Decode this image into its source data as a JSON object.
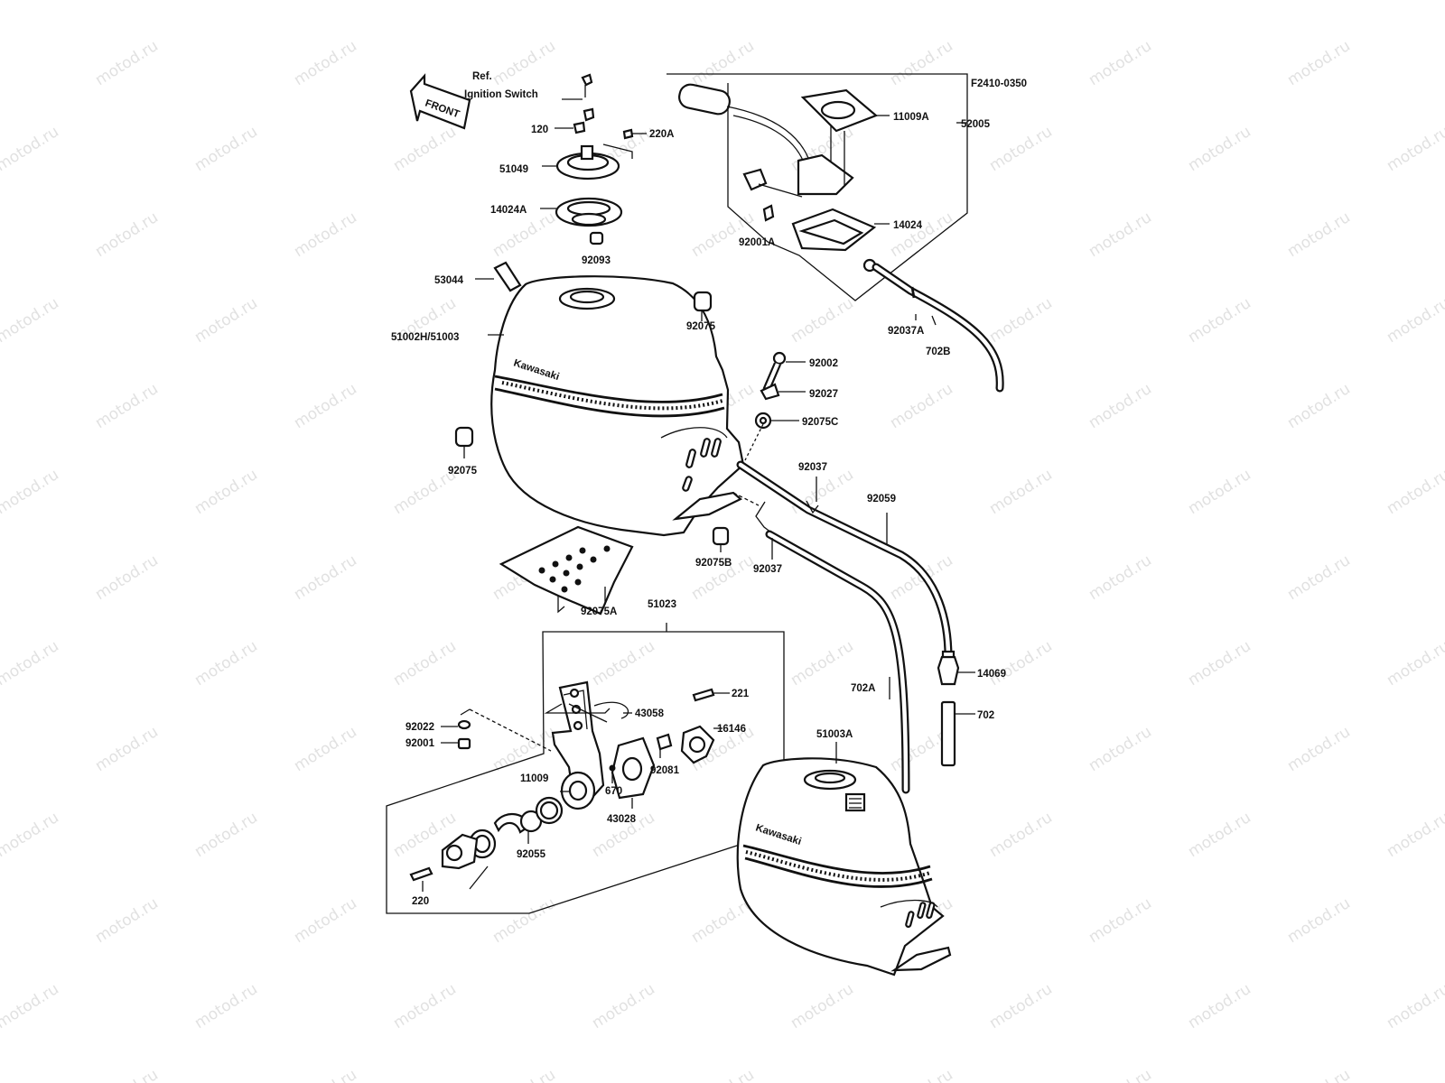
{
  "watermark": "motod.ru",
  "figure_code": "F2410-0350",
  "front_label": "FRONT",
  "ref_label_1": "Ref.",
  "ref_label_2": "Ignition Switch",
  "tank_brand": "Kawasaki",
  "part_labels": {
    "p120": "120",
    "p220A": "220A",
    "p51049": "51049",
    "p14024A": "14024A",
    "p92093": "92093",
    "p53044": "53044",
    "p51002H": "51002H/51003",
    "p92075_top": "92075",
    "p92075_left": "92075",
    "p11009A": "11009A",
    "p52005": "52005",
    "p92001A": "92001A",
    "p14024": "14024",
    "p92037A": "92037A",
    "p702B": "702B",
    "p92002": "92002",
    "p92027": "92027",
    "p92075C": "92075C",
    "p92037_top": "92037",
    "p92059": "92059",
    "p92075B": "92075B",
    "p92037_bot": "92037",
    "p92075A": "92075A",
    "p51023": "51023",
    "p221": "221",
    "p43058": "43058",
    "p16146": "16146",
    "p92022": "92022",
    "p92001": "92001",
    "p11009": "11009",
    "p92081": "92081",
    "p670": "670",
    "p43028": "43028",
    "p92055": "92055",
    "p220": "220",
    "p702A": "702A",
    "p14069": "14069",
    "p702": "702",
    "p51003A": "51003A"
  }
}
